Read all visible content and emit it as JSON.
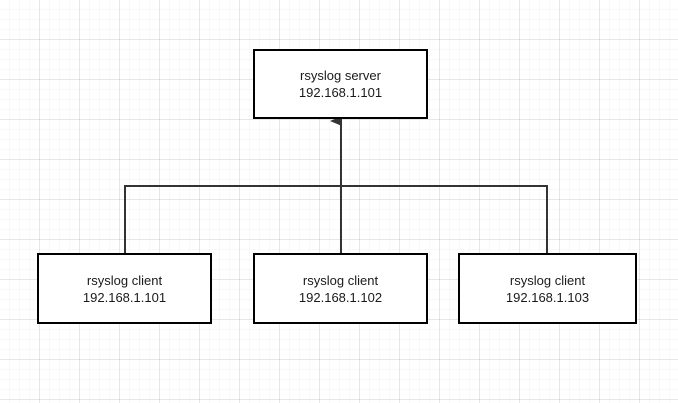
{
  "diagram": {
    "server": {
      "name": "rsyslog server",
      "ip": "192.168.1.101"
    },
    "clients": [
      {
        "name": "rsyslog client",
        "ip": "192.168.1.101"
      },
      {
        "name": "rsyslog client",
        "ip": "192.168.1.102"
      },
      {
        "name": "rsyslog client",
        "ip": "192.168.1.103"
      }
    ]
  },
  "colors": {
    "line": "#333333",
    "border": "#000000",
    "text": "#1a1a1a",
    "grid": "#e8e8e8"
  }
}
